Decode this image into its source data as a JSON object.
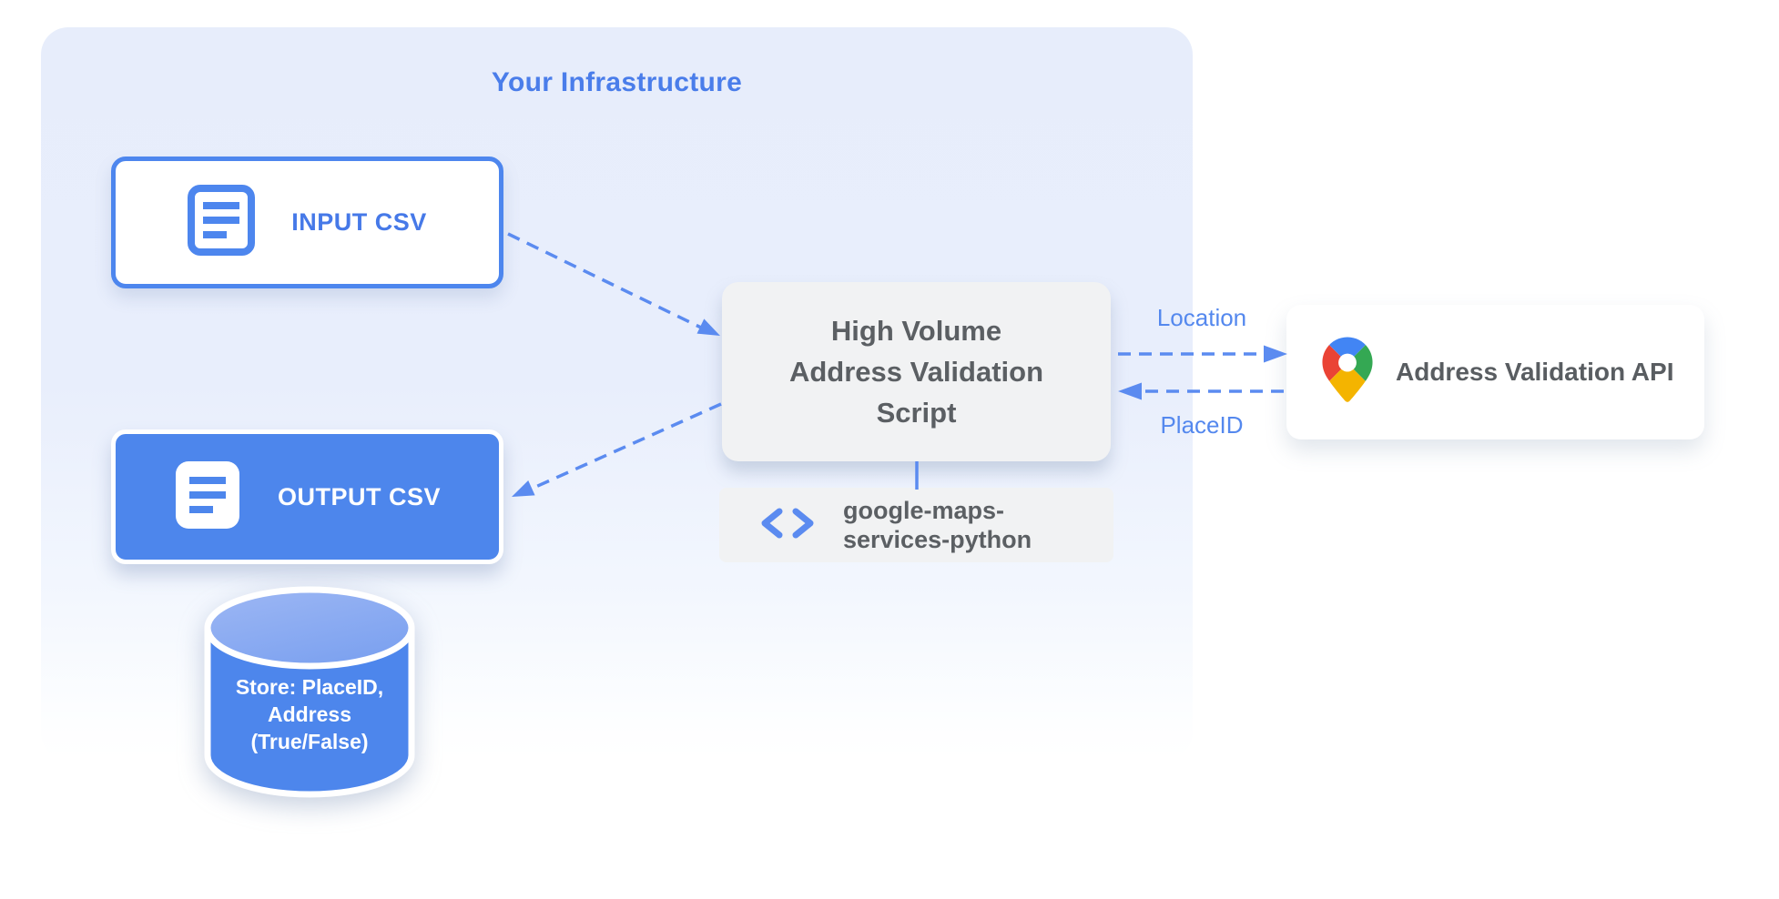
{
  "title": "Your Infrastructure",
  "nodes": {
    "input_csv": {
      "label": "INPUT CSV",
      "icon": "document-icon"
    },
    "output_csv": {
      "label": "OUTPUT CSV",
      "icon": "document-icon"
    },
    "script": {
      "lines": [
        "High Volume",
        "Address Validation",
        "Script"
      ]
    },
    "library": {
      "lines": [
        "google-maps-",
        "services-python"
      ],
      "icon": "code-icon"
    },
    "api": {
      "label": "Address Validation API",
      "icon": "google-maps-pin-icon"
    },
    "datastore": {
      "lines": [
        "Store: PlaceID,",
        "Address",
        "(True/False)"
      ]
    }
  },
  "edges": {
    "to_api_label": "Location",
    "from_api_label": "PlaceID"
  },
  "colors": {
    "accent_blue": "#4d86ec",
    "border_blue": "#4d86ee",
    "arrow_blue": "#5b8bf0",
    "edge_label_blue": "#5488ee",
    "title_blue": "#4a7dea",
    "container_bg": "#e8edfb",
    "node_gray_bg": "#f1f2f3",
    "node_gray_text": "#5b5f63",
    "cylinder_top": "#92b0f2",
    "pin_red": "#ea4335",
    "pin_blue": "#4285f4",
    "pin_yellow": "#f4b400",
    "pin_green": "#34a853"
  }
}
